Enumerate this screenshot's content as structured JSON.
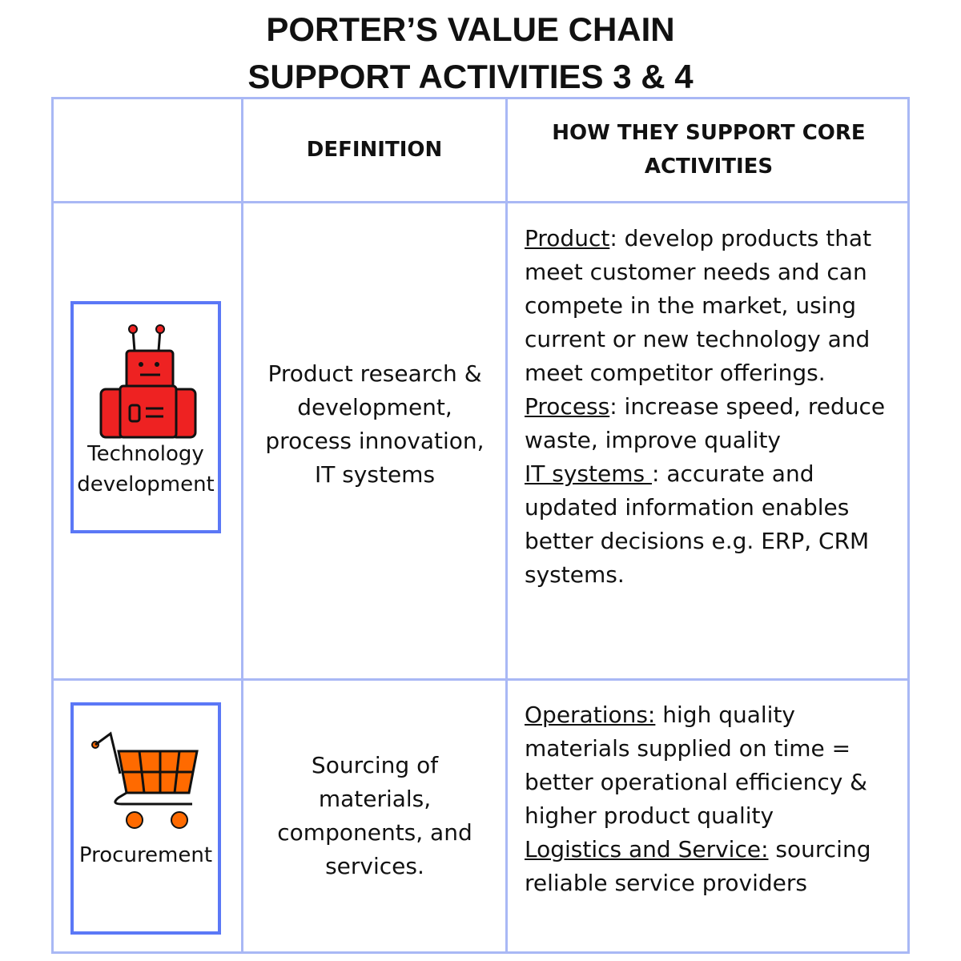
{
  "title": {
    "line1": "PORTER’S VALUE CHAIN",
    "line2": "SUPPORT ACTIVITIES 3 & 4"
  },
  "headers": {
    "col1": "",
    "col2": "DEFINITION",
    "col3": "HOW THEY SUPPORT CORE ACTIVITIES"
  },
  "rows": [
    {
      "icon": "robot-icon",
      "label_line1": "Technology",
      "label_line2": "development",
      "definition": "Product research & development, process innovation, IT systems",
      "support": [
        {
          "label": "Product",
          "text": ":  develop products that meet customer needs and can compete in the market, using current or new technology and meet competitor offerings."
        },
        {
          "label": "Process",
          "text": ": increase speed, reduce waste, improve quality"
        },
        {
          "label": "IT systems ",
          "text": ": accurate and updated information enables better decisions e.g. ERP, CRM systems."
        }
      ]
    },
    {
      "icon": "shopping-cart-icon",
      "label_line1": "Procurement",
      "definition": "Sourcing of materials, components, and services.",
      "support": [
        {
          "label": "Operations:",
          "text": " high quality materials supplied on time = better operational efficiency & higher product quality"
        },
        {
          "label": "Logistics and Service:",
          "text": " sourcing reliable service providers"
        }
      ]
    }
  ],
  "colors": {
    "border": "#a9b8f5",
    "icon_frame": "#5b78f6",
    "robot": "#ee2222",
    "cart": "#ff6a00"
  }
}
